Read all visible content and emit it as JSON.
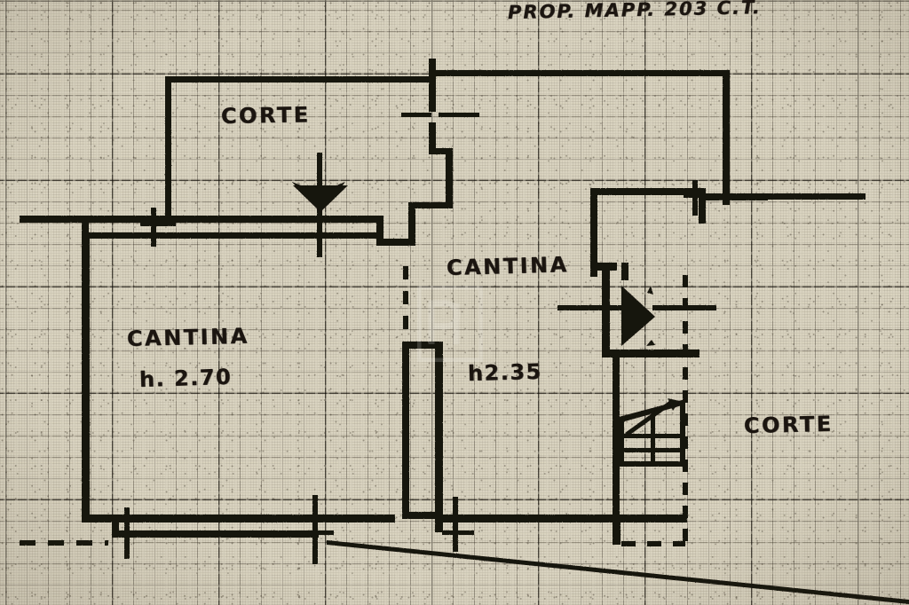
{
  "document": {
    "type": "cadastral-floor-plan",
    "header_note": "PROP. MAPP. 203 C.T.",
    "paper_color": "#d9d3c0",
    "ink_color": "#17120c",
    "grid_color": "#241c12"
  },
  "labels": {
    "corte_top": "CORTE",
    "corte_right": "CORTE",
    "cantina_left_name": "CANTINA",
    "cantina_left_height": "h. 2.70",
    "cantina_right_name": "CANTINA",
    "cantina_right_height": "h2.35"
  },
  "rooms": [
    {
      "id": "corte-top",
      "name": "CORTE",
      "height": "",
      "position": "top-left-courtyard"
    },
    {
      "id": "cantina-left",
      "name": "CANTINA",
      "height": "h. 2.70",
      "position": "lower-left-cellar"
    },
    {
      "id": "cantina-right",
      "name": "CANTINA",
      "height": "h2.35",
      "position": "center-right-cellar"
    },
    {
      "id": "corte-right",
      "name": "CORTE",
      "height": "",
      "position": "right-courtyard"
    }
  ],
  "symbols": [
    {
      "id": "door-corte-top",
      "kind": "door-swing-triangle",
      "direction": "down"
    },
    {
      "id": "door-cantina-right",
      "kind": "door-swing-triangle",
      "direction": "right"
    },
    {
      "id": "staircase",
      "kind": "stair-run",
      "direction": "up-right",
      "treads": 4
    },
    {
      "id": "property-boundary",
      "kind": "dashed-line"
    },
    {
      "id": "section-indicator",
      "kind": "thin-diagonal-line"
    }
  ],
  "watermark": {
    "present": true,
    "opacity": "0.17"
  }
}
